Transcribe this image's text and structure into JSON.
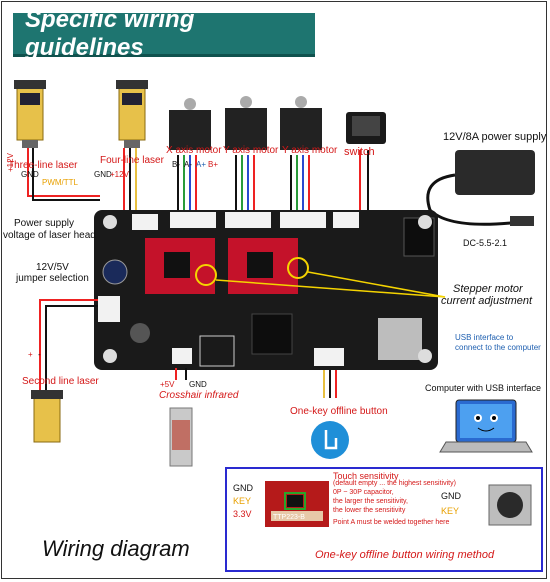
{
  "title": "Specific wiring guidelines",
  "labels": {
    "three_line_laser": "Three-line laser",
    "four_line_laser": "Four-line laser",
    "x_axis_motor": "X axis motor",
    "y_axis_motor_1": "Y axis motor",
    "y_axis_motor_2": "Y axis motor",
    "switch": "switch",
    "power_supply": "12V/8A power supply",
    "dc_spec": "DC-5.5-2.1",
    "psu_voltage_line1": "Power supply",
    "psu_voltage_line2": "voltage of laser head",
    "jumper_line1": "12V/5V",
    "jumper_line2": "jumper selection",
    "stepper_line1": "Stepper motor",
    "stepper_line2": "current adjustment",
    "usb_line1": "USB interface to",
    "usb_line2": "connect to the computer",
    "second_line_laser": "Second line laser",
    "crosshair_infrared": "Crosshair infrared",
    "computer_usb": "Computer with USB interface",
    "offline_button": "One-key offline button",
    "wiring_diagram": "Wiring diagram"
  },
  "pins": {
    "p12v": "+12V",
    "gnd": "GND",
    "pwm_ttl": "PWM/TTL",
    "gnd2": "GND",
    "p12v_2": "+12V",
    "b_minus": "B-",
    "a_minus": "A-",
    "a_plus": "A+",
    "b_plus": "B+",
    "p5v": "+5V",
    "gnd3": "GND",
    "plus": "+",
    "minus": "-"
  },
  "legend": {
    "gnd": "GND",
    "key": "KEY",
    "v33": "3.3V",
    "gnd_right": "GND",
    "key_right": "KEY",
    "touch_title": "Touch sensitivity",
    "touch_note1": "(default empty ... the highest sensitivity)",
    "touch_note2": "0P ~ 30P capacitor,",
    "touch_note3": "the larger the sensitivity,",
    "touch_note4": "the lower the sensitivity",
    "point_a": "Point A must be welded together here",
    "caption": "One-key offline button wiring method",
    "chip_label": "TTP223-B"
  }
}
